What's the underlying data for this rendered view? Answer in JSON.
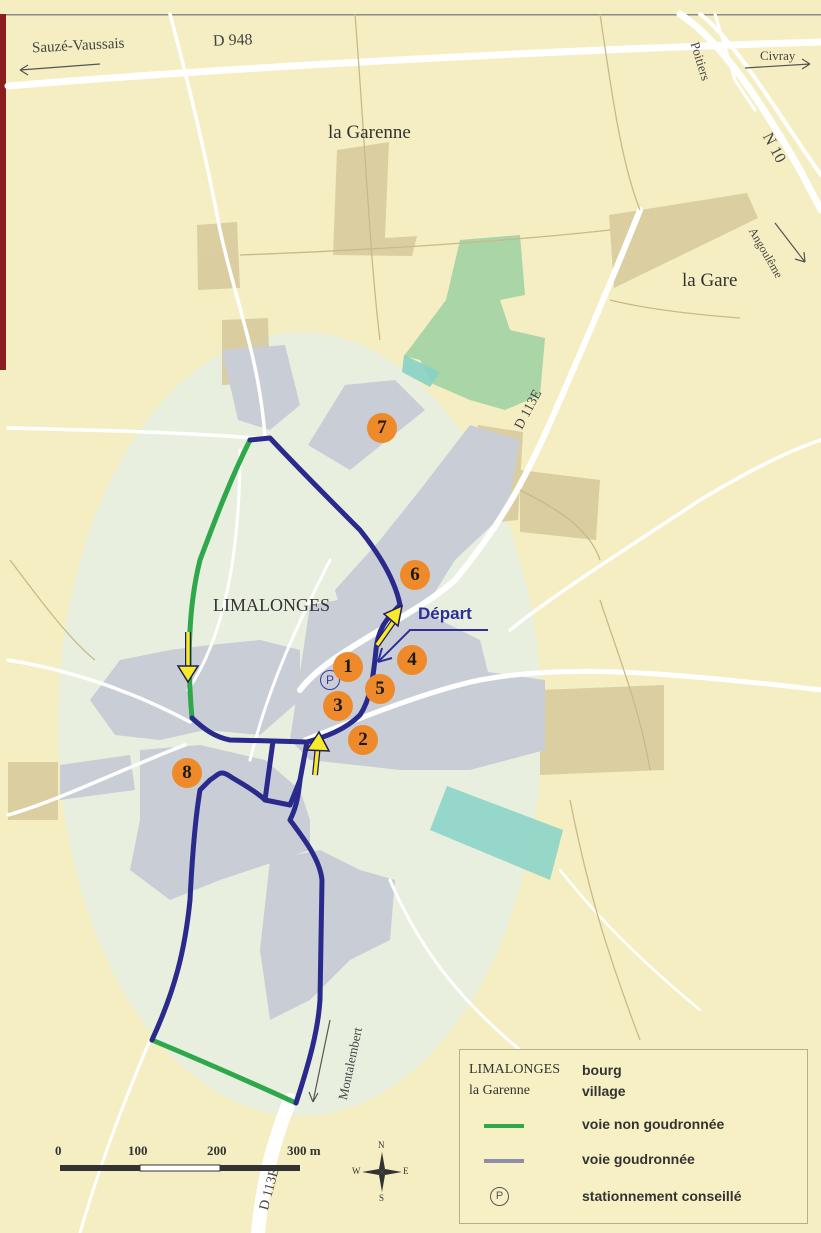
{
  "map": {
    "roads": {
      "d948": "D 948",
      "sauze": "Sauzé-Vaussais",
      "poitiers": "Poitiers",
      "civray": "Civray",
      "n10": "N 10",
      "angouleme": "Angoulême",
      "d113e_north": "D 113E",
      "d113e_south": "D 113E",
      "montalembert": "Montalembert"
    },
    "places": {
      "la_garenne": "la Garenne",
      "la_gare": "la Gare",
      "limalonges": "LIMALONGES"
    },
    "start_label": "Départ",
    "parking_symbol": "P",
    "markers": [
      "1",
      "2",
      "3",
      "4",
      "5",
      "6",
      "7",
      "8"
    ]
  },
  "legend": {
    "bourg_example": "LIMALONGES",
    "bourg_label": "bourg",
    "village_example": "la Garenne",
    "village_label": "village",
    "unpaved_label": "voie non goudronnée",
    "paved_label": "voie goudronnée",
    "parking_symbol": "P",
    "parking_label": "stationnement conseillé"
  },
  "scale": {
    "ticks": [
      "0",
      "100",
      "200",
      "300 m"
    ]
  },
  "compass": {
    "n": "N",
    "s": "S",
    "e": "E",
    "w": "W"
  },
  "colors": {
    "background": "#f5eec2",
    "town_zone": "#e6efe1",
    "built_area": "#c9cdd6",
    "field_patch": "#d6c99c",
    "woods": "#a5d3a5",
    "water": "#86d2c8",
    "paved_route": "#2a2a8c",
    "unpaved_route": "#2fa84c",
    "marker": "#ef8a2b",
    "arrow": "#f6ea2a",
    "start_blue": "#2e2e9a"
  }
}
